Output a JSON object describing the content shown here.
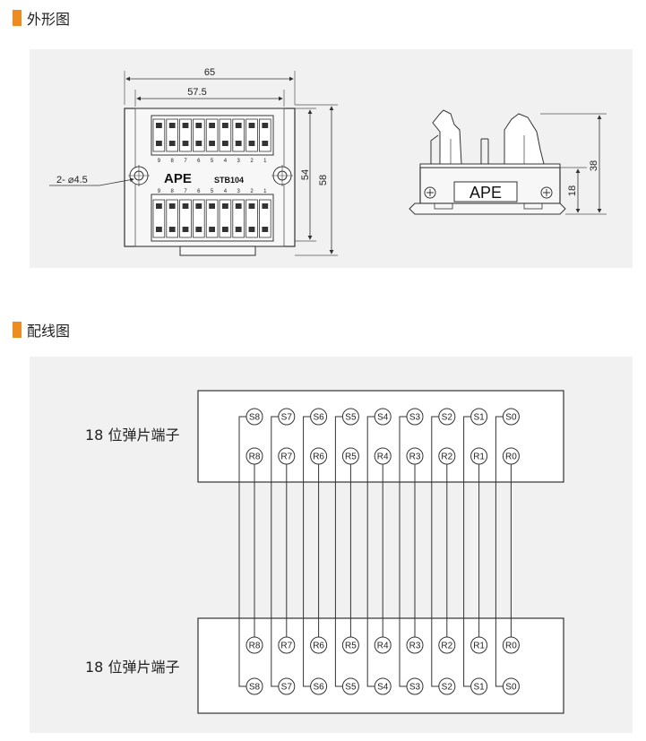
{
  "sections": {
    "outline": {
      "title": "外形图"
    },
    "wiring": {
      "title": "配线图"
    }
  },
  "outline": {
    "dim_width_outer": "65",
    "dim_width_inner": "57.5",
    "dim_height_inner": "54",
    "dim_height_outer": "58",
    "dim_hole": "2- ⌀4.5",
    "brand": "APE",
    "model": "STB104",
    "side_brand": "APE",
    "side_dim_total": "38",
    "side_dim_base": "18",
    "top_pin_numbers": [
      "9",
      "8",
      "7",
      "6",
      "5",
      "4",
      "3",
      "2",
      "1"
    ],
    "bottom_pin_numbers": [
      "9",
      "8",
      "7",
      "6",
      "5",
      "4",
      "3",
      "2",
      "1"
    ]
  },
  "wiring": {
    "top_block_label": "18 位弹片端子",
    "bottom_block_label": "18 位弹片端子",
    "top_row_s": [
      "S8",
      "S7",
      "S6",
      "S5",
      "S4",
      "S3",
      "S2",
      "S1",
      "S0"
    ],
    "top_row_r": [
      "R8",
      "R7",
      "R6",
      "R5",
      "R4",
      "R3",
      "R2",
      "R1",
      "R0"
    ],
    "bottom_row_r": [
      "R8",
      "R7",
      "R6",
      "R5",
      "R4",
      "R3",
      "R2",
      "R1",
      "R0"
    ],
    "bottom_row_s": [
      "S8",
      "S7",
      "S6",
      "S5",
      "S4",
      "S3",
      "S2",
      "S1",
      "S0"
    ]
  }
}
